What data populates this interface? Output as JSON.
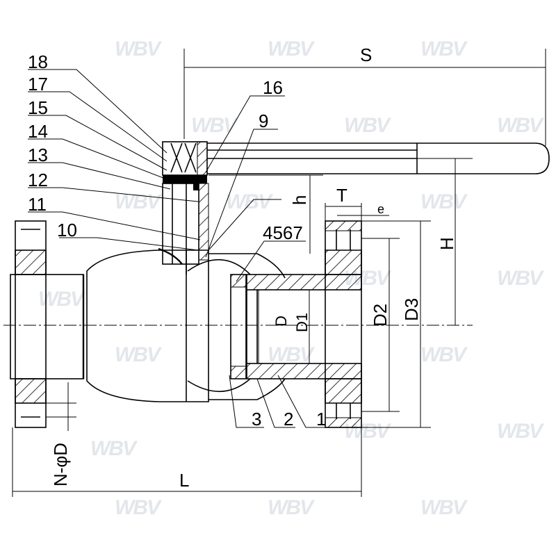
{
  "watermark": "WBV",
  "part_numbers": {
    "p18": "18",
    "p17": "17",
    "p15": "15",
    "p14": "14",
    "p13": "13",
    "p12": "12",
    "p11": "11",
    "p10": "10",
    "p16": "16",
    "p9": "9",
    "p4567": "4567",
    "p3": "3",
    "p2": "2",
    "p1": "1"
  },
  "dimensions": {
    "S": "S",
    "L": "L",
    "H": "H",
    "h": "h",
    "T": "T",
    "e": "e",
    "D": "D",
    "D1": "D1",
    "D2": "D2",
    "D3": "D3",
    "NphiD": "N-φD"
  }
}
